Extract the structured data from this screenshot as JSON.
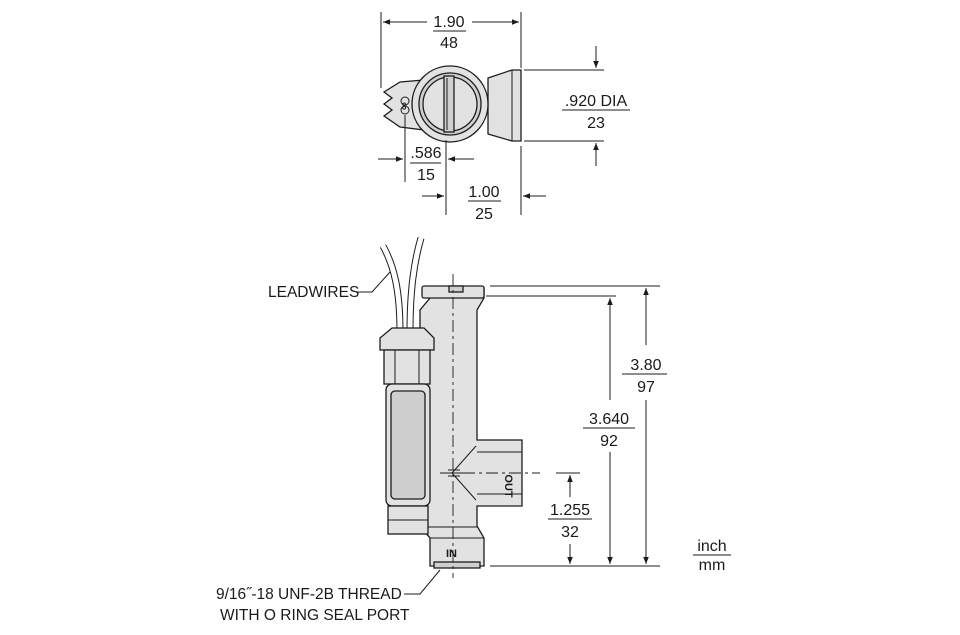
{
  "dimensions": {
    "top_width": {
      "inch": "1.90",
      "mm": "48"
    },
    "diameter": {
      "inch": ".920 DIA",
      "mm": "23"
    },
    "offset": {
      "inch": ".586",
      "mm": "15"
    },
    "body_width": {
      "inch": "1.00",
      "mm": "25"
    },
    "overall_height": {
      "inch": "3.80",
      "mm": "97"
    },
    "port_height": {
      "inch": "3.640",
      "mm": "92"
    },
    "outlet_height": {
      "inch": "1.255",
      "mm": "32"
    }
  },
  "labels": {
    "leadwires": "LEADWIRES",
    "thread_line1": "9/16˝-18 UNF-2B THREAD",
    "thread_line2": "WITH O RING SEAL PORT",
    "port_in": "IN",
    "port_out": "OUT",
    "connector_mark": "∞"
  },
  "units": {
    "top": "inch",
    "bottom": "mm"
  }
}
